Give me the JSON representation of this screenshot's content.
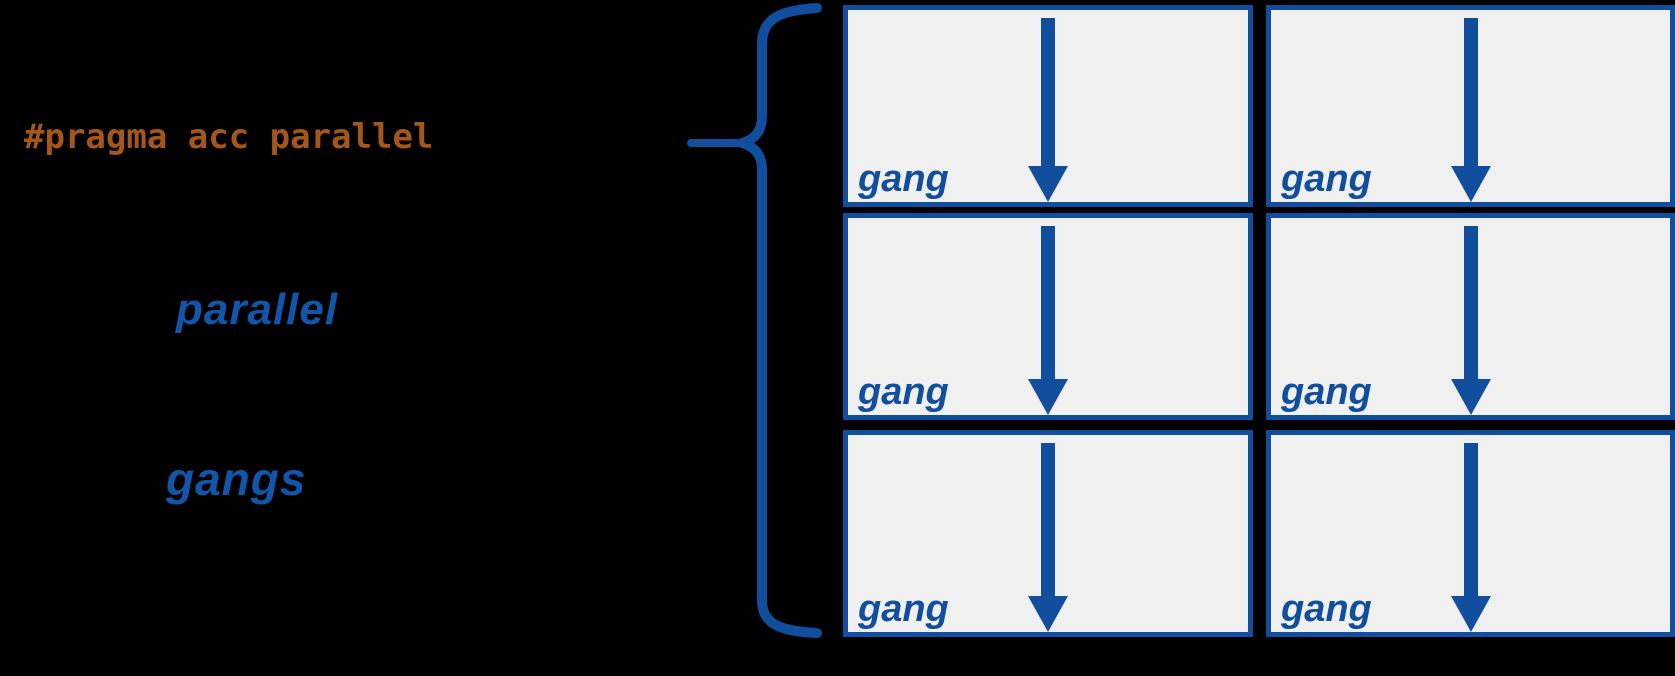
{
  "colors": {
    "background": "#000000",
    "blue": "#114f9e",
    "text_blue": "#1156a8",
    "orange": "#a4571b",
    "box_fill": "#f0f0f1"
  },
  "pragma": {
    "text": "#pragma acc parallel"
  },
  "labels": {
    "parallel": "parallel",
    "gangs": "gangs"
  },
  "grid": {
    "rows": 3,
    "cols": 2,
    "boxes": [
      {
        "label": "gang"
      },
      {
        "label": "gang"
      },
      {
        "label": "gang"
      },
      {
        "label": "gang"
      },
      {
        "label": "gang"
      },
      {
        "label": "gang"
      }
    ]
  },
  "icons": {
    "down_arrow_icon": "▼",
    "curly_brace_icon": "{"
  }
}
